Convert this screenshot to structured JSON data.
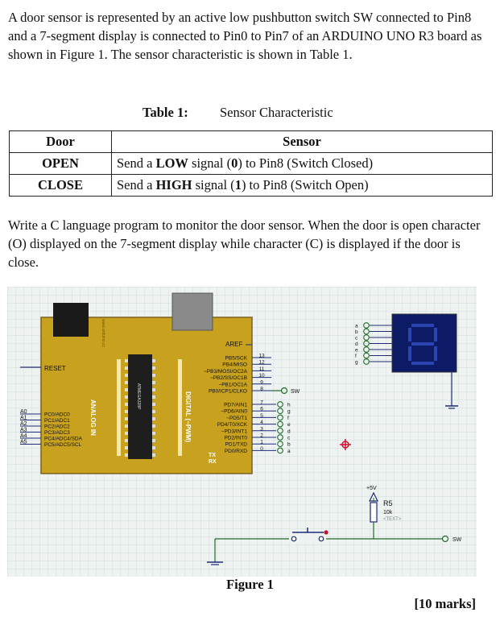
{
  "intro": {
    "before1": "A door sensor is represented by an active low  pushbutton switch SW  connected to Pin8 and a 7-segment display is connected to Pin0 to Pin7 of an ARDUINO UNO R3 board as shown in Figure 1. The sensor characteristic is shown in Table 1."
  },
  "table": {
    "label": "Table 1:",
    "title": "Sensor Characteristic",
    "headers": [
      "Door",
      "Sensor"
    ],
    "rows": [
      {
        "door": "OPEN",
        "s1": "Send a ",
        "b1": "LOW",
        "s2": " signal (",
        "b2": "0",
        "s3": ") to Pin8 (Switch Closed)"
      },
      {
        "door": "CLOSE",
        "s1": "Send a ",
        "b1": "HIGH",
        "s2": " signal (",
        "b2": "1",
        "s3": ") to Pin8 (Switch Open)"
      }
    ]
  },
  "task": "Write a C language program to monitor the door sensor. When the door is open character (O) displayed on the 7-segment display while character (C) is displayed if the door is close.",
  "figure": {
    "caption": "Figure 1",
    "board_labels": {
      "reset": "RESET",
      "aref": "AREF",
      "analog": "ANALOG IN",
      "digital": "DIGITAL (~PWM)",
      "chip": "ATMEGA328P",
      "website": "www.arduino.cc",
      "tx": "TX",
      "rx": "RX"
    },
    "analog_pins": [
      "A0",
      "A1",
      "A2",
      "A3",
      "A4",
      "A5"
    ],
    "analog_funcs": [
      "PC0/ADC0",
      "PC1/ADC1",
      "PC2/ADC2",
      "PC3/ADC3",
      "PC4/ADC4/SDA",
      "PC5/ADC5/SCL"
    ],
    "upper_pins": [
      {
        "name": "PB5/SCK",
        "num": "13"
      },
      {
        "name": "PB4/MISO",
        "num": "12"
      },
      {
        "name": "~PB3/MOSI/OC2A",
        "num": "11"
      },
      {
        "name": "~PB2/SS/OC1B",
        "num": "10"
      },
      {
        "name": "~PB1/OC1A",
        "num": "9"
      },
      {
        "name": "PB0/ICP1/CLKO",
        "num": "8"
      }
    ],
    "lower_pins": [
      {
        "name": "PD7/AIN1",
        "num": "7"
      },
      {
        "name": "~PD6/AIN0",
        "num": "6"
      },
      {
        "name": "~PD5/T1",
        "num": "5"
      },
      {
        "name": "PD4/T0/XCK",
        "num": "4"
      },
      {
        "name": "~PD3/INT1",
        "num": "3"
      },
      {
        "name": "PD2/INT0",
        "num": "2"
      },
      {
        "name": "PD1/TXD",
        "num": "1"
      },
      {
        "name": "PD0/RXD",
        "num": "0"
      }
    ],
    "lower_terminals": [
      "h",
      "g",
      "f",
      "e",
      "d",
      "c",
      "b",
      "a"
    ],
    "display_pins": [
      "a",
      "b",
      "c",
      "d",
      "e",
      "f",
      "g"
    ],
    "sw_label": "SW",
    "sw_label2": "SW",
    "vcc_label": "+5V",
    "res_name": "R5",
    "res_value": "10k",
    "res_text": "<TEXT>"
  },
  "marks": "[10 marks]",
  "colors": {
    "board": "#c8a21e",
    "board_edge": "#7a6320",
    "grid_bg": "#eef3f1",
    "grid_line": "#c5d6d6",
    "wire": "#1f6b2a",
    "component": "#1f2a7a",
    "display_bg": "#0d1b66",
    "red": "#c8102e"
  }
}
